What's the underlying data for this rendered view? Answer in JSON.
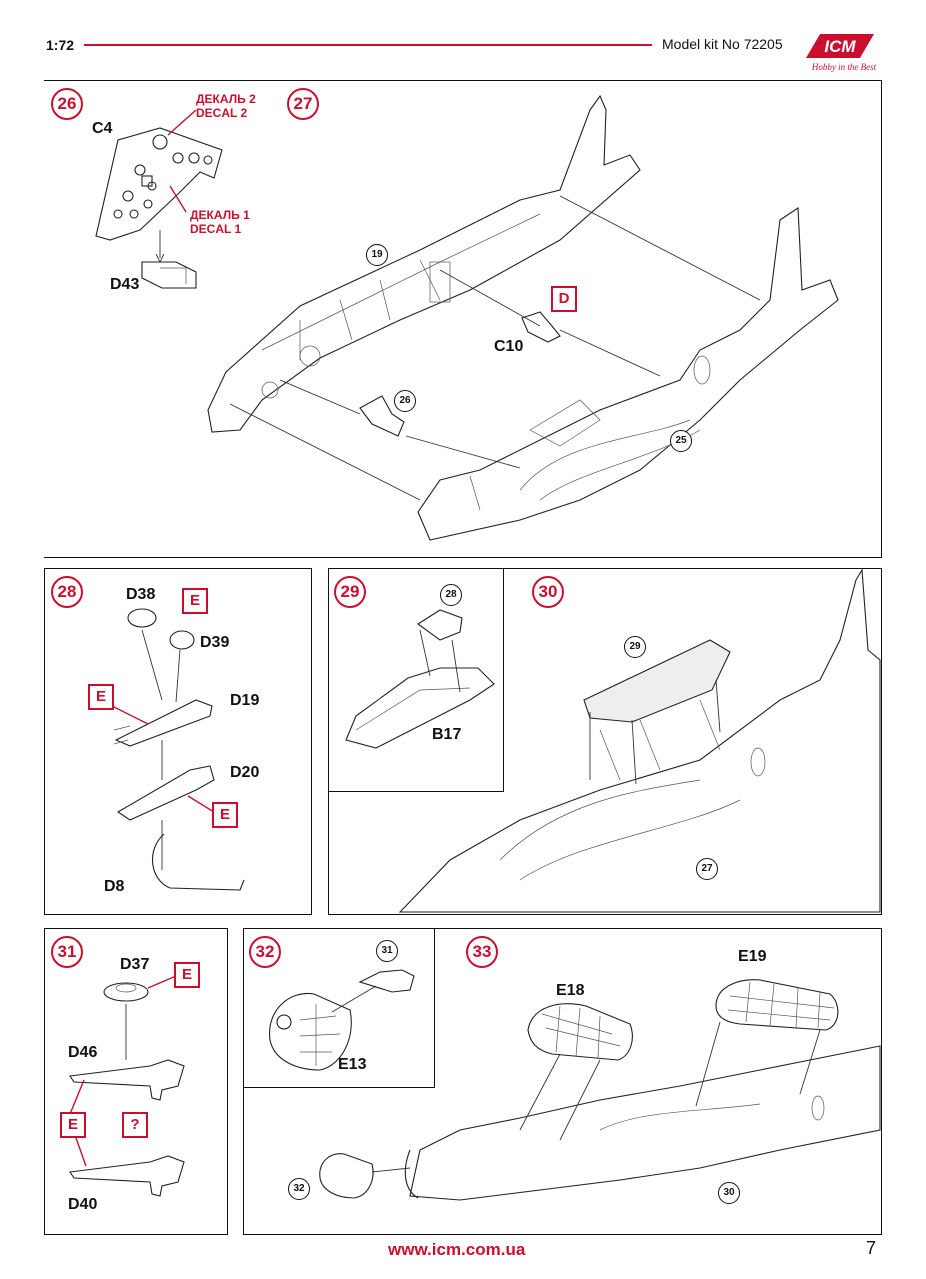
{
  "header": {
    "scale": "1:72",
    "kit_label": "Model kit No 72205",
    "logo_text": "ICM",
    "logo_tagline": "Hobby in the Best"
  },
  "colors": {
    "accent": "#c8102e",
    "line": "#222222"
  },
  "steps": {
    "s26": {
      "number": "26",
      "parts": [
        "C4",
        "D43"
      ],
      "decal_2": [
        "ДЕКАЛЬ 2",
        "DECAL 2"
      ],
      "decal_1": [
        "ДЕКАЛЬ 1",
        "DECAL 1"
      ]
    },
    "s27": {
      "number": "27",
      "parts": [
        "C10"
      ],
      "paint_code": "D",
      "refs": [
        "19",
        "26",
        "25"
      ]
    },
    "s28": {
      "number": "28",
      "parts": [
        "D38",
        "D39",
        "D19",
        "D20",
        "D8"
      ],
      "paint_codes": [
        "E",
        "E",
        "E"
      ]
    },
    "s29": {
      "number": "29",
      "parts": [
        "B17"
      ],
      "refs": [
        "28"
      ]
    },
    "s30": {
      "number": "30",
      "refs": [
        "29",
        "27"
      ]
    },
    "s31": {
      "number": "31",
      "parts": [
        "D37",
        "D46",
        "D40"
      ],
      "paint_codes": [
        "E",
        "E"
      ],
      "option_mark": "?"
    },
    "s32": {
      "number": "32",
      "parts": [
        "E13"
      ],
      "refs": [
        "31"
      ]
    },
    "s33": {
      "number": "33",
      "parts": [
        "E18",
        "E19"
      ],
      "refs": [
        "32",
        "30"
      ]
    }
  },
  "footer": {
    "url": "www.icm.com.ua",
    "page": "7"
  }
}
